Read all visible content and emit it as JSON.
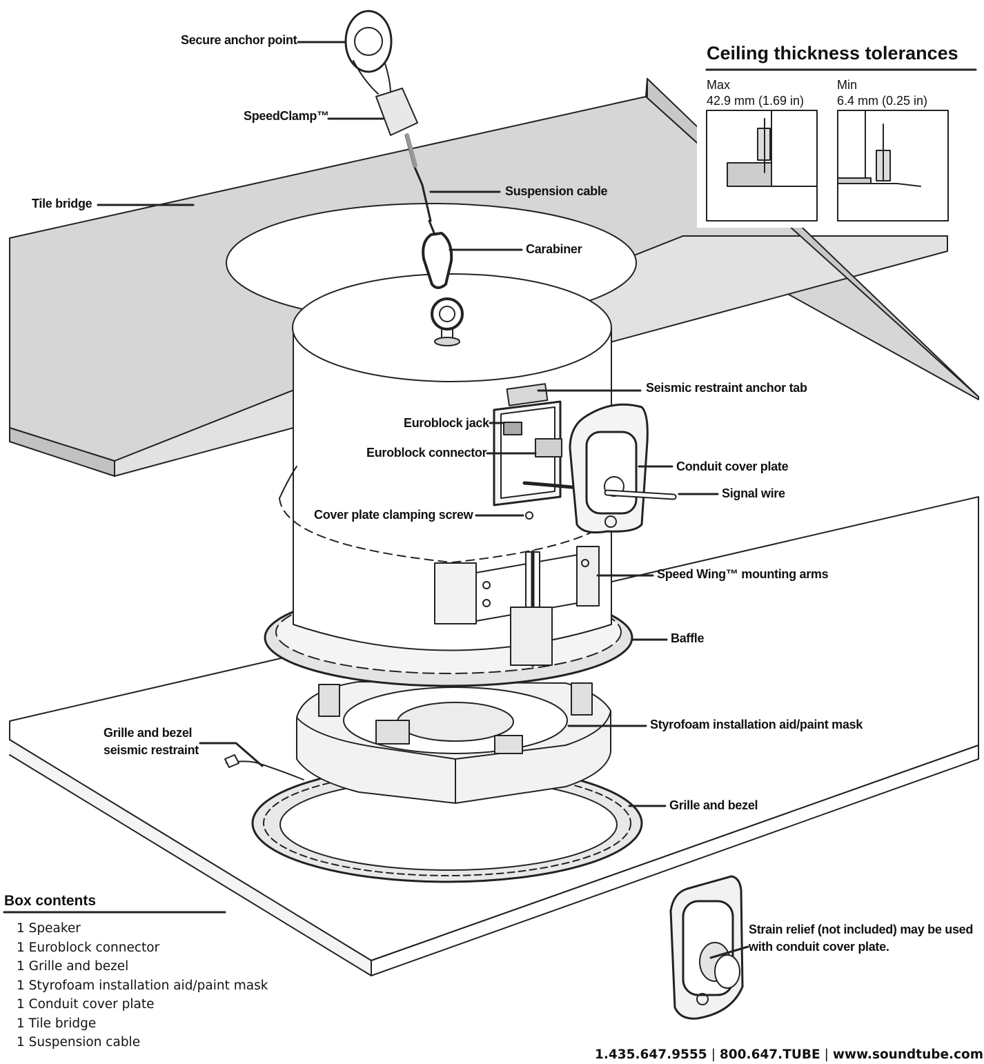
{
  "labels": {
    "secure_anchor_point": "Secure anchor point",
    "speedclamp": "SpeedClamp™",
    "tile_bridge": "Tile bridge",
    "suspension_cable": "Suspension cable",
    "carabiner": "Carabiner",
    "seismic_restraint_anchor_tab": "Seismic restraint anchor tab",
    "euroblock_jack": "Euroblock jack",
    "euroblock_connector": "Euroblock connector",
    "conduit_cover_plate": "Conduit cover plate",
    "signal_wire": "Signal wire",
    "cover_plate_clamping_screw": "Cover plate clamping screw",
    "speed_wing_mounting_arms": "Speed Wing™ mounting arms",
    "baffle": "Baffle",
    "styrofoam": "Styrofoam  installation aid/paint mask",
    "grille_seismic_restraint": "Grille and bezel seismic restraint",
    "grille_and_bezel": "Grille and bezel",
    "strain_relief": "Strain relief (not included) may be used with conduit cover plate."
  },
  "ceiling_thickness": {
    "title": "Ceiling thickness tolerances",
    "max_label": "Max",
    "max_value": "42.9 mm (1.69 in)",
    "min_label": "Min",
    "min_value": "6.4 mm (0.25 in)"
  },
  "box_contents": {
    "title": "Box contents",
    "items": [
      "1 Speaker",
      "1 Euroblock connector",
      "1  Grille and bezel",
      "1  Styrofoam installation aid/paint mask",
      "1 Conduit cover plate",
      "1 Tile bridge",
      "1 Suspension cable"
    ]
  },
  "footer": {
    "phone": "1.435.647.9555",
    "tollfree": "800.647.TUBE",
    "website": "www.soundtube.com"
  }
}
